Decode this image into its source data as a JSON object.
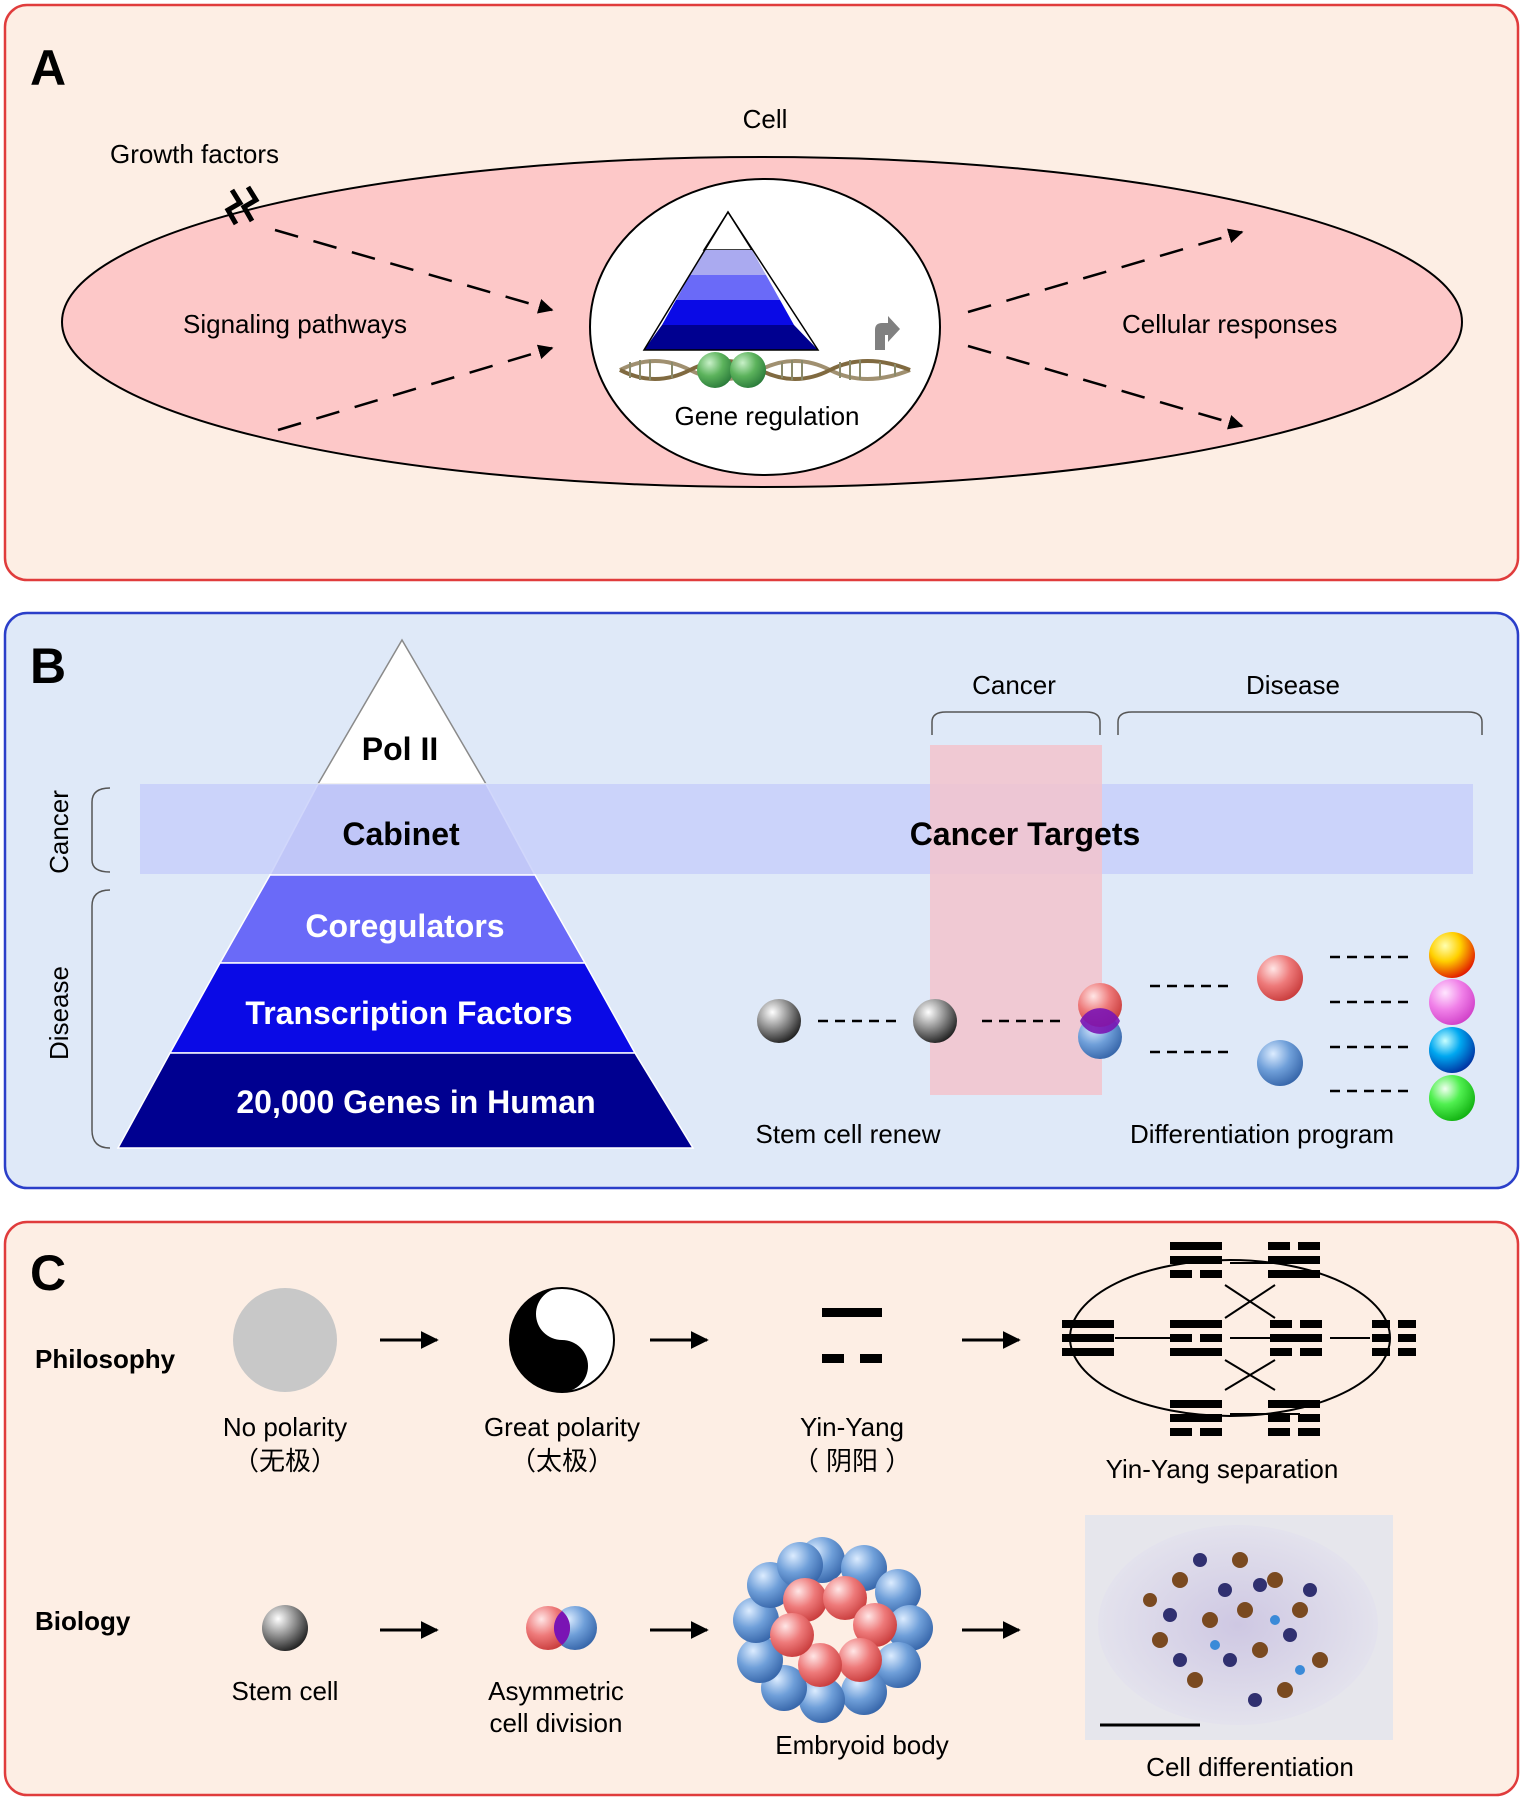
{
  "panel_a": {
    "letter": "A",
    "cell_label": "Cell",
    "growth_factors": "Growth factors",
    "signaling": "Signaling pathways",
    "responses": "Cellular responses",
    "gene_regulation": "Gene regulation"
  },
  "panel_b": {
    "letter": "B",
    "pyramid": [
      "Pol II",
      "Cabinet",
      "Coregulators",
      "Transcription Factors",
      "20,000 Genes in Human"
    ],
    "side_cancer": "Cancer",
    "side_disease": "Disease",
    "top_cancer": "Cancer",
    "top_disease": "Disease",
    "targets": "Cancer Targets",
    "stem_renew": "Stem cell renew",
    "diff_program": "Differentiation program"
  },
  "panel_c": {
    "letter": "C",
    "philosophy": "Philosophy",
    "biology": "Biology",
    "no_polarity": "No polarity",
    "no_polarity_cn": "（无极）",
    "great_polarity": "Great polarity",
    "great_polarity_cn": "（太极）",
    "yin_yang": "Yin-Yang",
    "yin_yang_cn": "（ 阴阳 ）",
    "separation": "Yin-Yang separation",
    "stem_cell": "Stem cell",
    "asym_1": "Asymmetric",
    "asym_2": "cell division",
    "embryoid": "Embryoid body",
    "cell_diff": "Cell differentiation"
  },
  "colors": {
    "panel_a_bg": "#fdeee4",
    "panel_a_border": "#e03c3c",
    "cell_fill": "#fdc8c8",
    "panel_b_bg": "#dfe9f8",
    "panel_b_border": "#2b3fc9",
    "pyramid": [
      "#ffffff",
      "#aaaaf0",
      "#6a6af8",
      "#0a0ae6",
      "#000090"
    ],
    "cancer_band": "#c5cdfa",
    "cancer_column": "#f3c3cc"
  }
}
